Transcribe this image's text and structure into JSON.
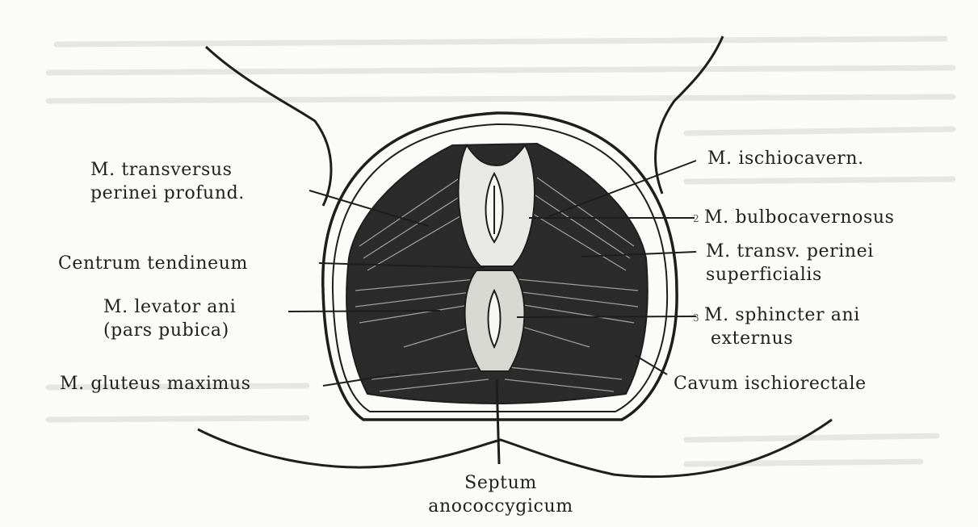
{
  "figure": {
    "labels": {
      "transversus_profundus": [
        "M. transversus",
        "perinei profund."
      ],
      "centrum_tendineum": "Centrum tendineum",
      "levator_ani": [
        "M. levator ani",
        "(pars pubica)"
      ],
      "gluteus_maximus": "M. gluteus maximus",
      "ischiocavernosus": "M. ischiocavern.",
      "bulbocavernosus": "M. bulbocavernosus",
      "transversus_superficialis": [
        "M. transv. perinei",
        "superficialis"
      ],
      "sphincter_ani": [
        "M. sphincter ani",
        "externus"
      ],
      "cavum_ischiorectale": "Cavum ischiorectale",
      "septum_anococcygicum": [
        "Septum",
        "anococcygicum"
      ]
    },
    "numbers": [
      "2",
      "3"
    ],
    "colors": {
      "ink": "#1e1e1e",
      "muscle_dark": "#2a2a2a",
      "paper": "#fbfbf9"
    }
  }
}
